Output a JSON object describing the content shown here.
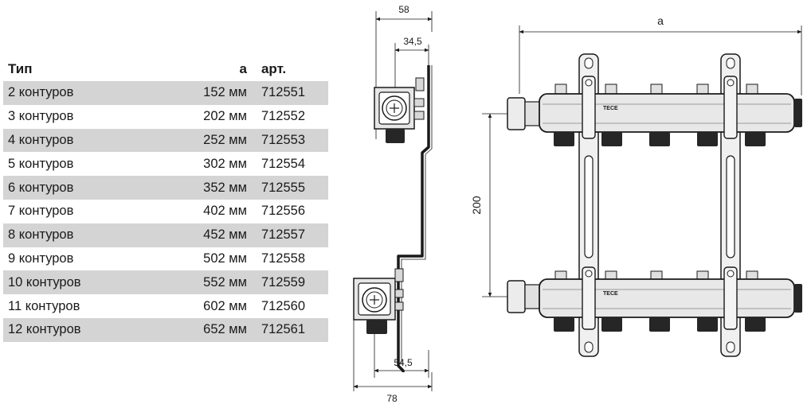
{
  "table": {
    "headers": {
      "type": "Тип",
      "a": "a",
      "art": "арт."
    },
    "rows": [
      {
        "type": "2 контуров",
        "a": "152 мм",
        "art": "712551"
      },
      {
        "type": "3 контуров",
        "a": "202 мм",
        "art": "712552"
      },
      {
        "type": "4 контуров",
        "a": "252 мм",
        "art": "712553"
      },
      {
        "type": "5 контуров",
        "a": "302 мм",
        "art": "712554"
      },
      {
        "type": "6 контуров",
        "a": "352 мм",
        "art": "712555"
      },
      {
        "type": "7 контуров",
        "a": "402 мм",
        "art": "712556"
      },
      {
        "type": "8 контуров",
        "a": "452 мм",
        "art": "712557"
      },
      {
        "type": "9 контуров",
        "a": "502 мм",
        "art": "712558"
      },
      {
        "type": "10 контуров",
        "a": "552 мм",
        "art": "712559"
      },
      {
        "type": "11 контуров",
        "a": "602 мм",
        "art": "712560"
      },
      {
        "type": "12 контуров",
        "a": "652 мм",
        "art": "712561"
      }
    ]
  },
  "side_view": {
    "dim_58": "58",
    "dim_34_5": "34,5",
    "dim_54_5": "54,5",
    "dim_78": "78"
  },
  "front_view": {
    "dim_a": "a",
    "dim_200": "200",
    "brand": "TECE"
  },
  "colors": {
    "row_shade": "#d4d4d4",
    "line": "#1a1a1a",
    "metal": "#e6e6e6",
    "nut": "#262626"
  }
}
